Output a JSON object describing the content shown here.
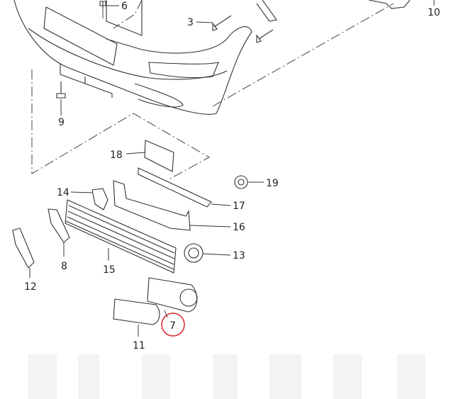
{
  "callouts": {
    "c6": "6",
    "c10": "10",
    "c3": "3",
    "c9": "9",
    "c18": "18",
    "c19": "19",
    "c14": "14",
    "c17": "17",
    "c16": "16",
    "c13": "13",
    "c8": "8",
    "c15": "15",
    "c12": "12",
    "c7": "7",
    "c11": "11"
  },
  "highlight": {
    "part": "7",
    "color": "#d9262b"
  }
}
